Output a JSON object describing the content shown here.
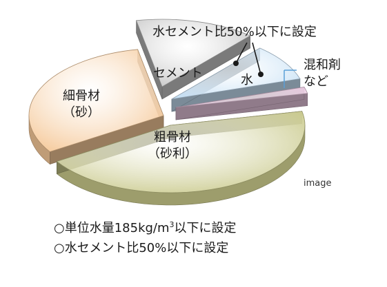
{
  "chart_data": {
    "type": "pie",
    "style": "3d-exploded",
    "slices": [
      {
        "label_lines": [
          "粗骨材",
          "（砂利）"
        ],
        "share": 0.43,
        "color": "#c9c98b"
      },
      {
        "label_lines": [
          "細骨材",
          "（砂）"
        ],
        "share": 0.3,
        "color": "#f5c898"
      },
      {
        "label_lines": [
          "セメント"
        ],
        "share": 0.14,
        "color": "#c4c4c4"
      },
      {
        "label_lines": [
          "水"
        ],
        "share": 0.085,
        "color": "#c6e0f5"
      },
      {
        "label_lines": [
          "混和剤",
          "など"
        ],
        "share": 0.015,
        "color": "#e9c6df"
      }
    ],
    "callout": "水セメント比50%以下に設定",
    "annotation": "image"
  },
  "notes": [
    {
      "symbol": "○",
      "text_before": "単位水量185kg/m",
      "superscript": "3",
      "text_after": "以下に設定"
    },
    {
      "symbol": "○",
      "text_before": "水セメント比50%以下に設定",
      "superscript": "",
      "text_after": ""
    }
  ]
}
